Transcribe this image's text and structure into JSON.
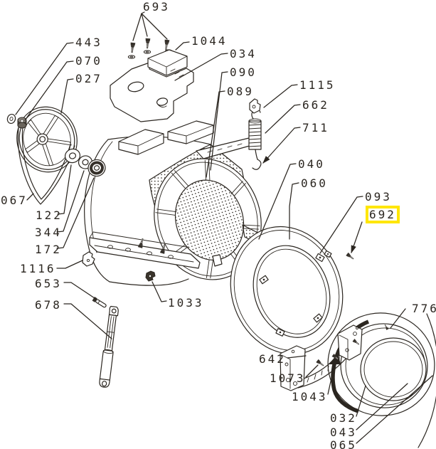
{
  "colors": {
    "highlight": "#ffe600",
    "line": "#2b2620",
    "background": "#ffffff"
  },
  "diagram_type": "exploded-parts-diagram",
  "labels": [
    {
      "text": "693",
      "highlighted": false
    },
    {
      "text": "1044",
      "highlighted": false
    },
    {
      "text": "443",
      "highlighted": false
    },
    {
      "text": "070",
      "highlighted": false
    },
    {
      "text": "027",
      "highlighted": false
    },
    {
      "text": "034",
      "highlighted": false
    },
    {
      "text": "090",
      "highlighted": false
    },
    {
      "text": "089",
      "highlighted": false
    },
    {
      "text": "1115",
      "highlighted": false
    },
    {
      "text": "662",
      "highlighted": false
    },
    {
      "text": "711",
      "highlighted": false
    },
    {
      "text": "040",
      "highlighted": false
    },
    {
      "text": "060",
      "highlighted": false
    },
    {
      "text": "093",
      "highlighted": false
    },
    {
      "text": "692",
      "highlighted": true
    },
    {
      "text": "067",
      "highlighted": false
    },
    {
      "text": "122",
      "highlighted": false
    },
    {
      "text": "344",
      "highlighted": false
    },
    {
      "text": "172",
      "highlighted": false
    },
    {
      "text": "1116",
      "highlighted": false
    },
    {
      "text": "653",
      "highlighted": false
    },
    {
      "text": "678",
      "highlighted": false
    },
    {
      "text": "1033",
      "highlighted": false
    },
    {
      "text": "642",
      "highlighted": false
    },
    {
      "text": "1073",
      "highlighted": false
    },
    {
      "text": "1043",
      "highlighted": false
    },
    {
      "text": "776",
      "highlighted": false
    },
    {
      "text": "032",
      "highlighted": false
    },
    {
      "text": "043",
      "highlighted": false
    },
    {
      "text": "065",
      "highlighted": false
    }
  ]
}
